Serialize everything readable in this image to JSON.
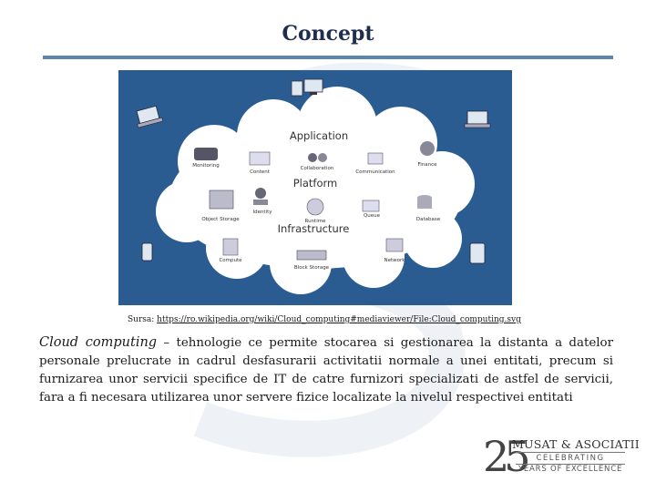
{
  "slide": {
    "title": "Concept"
  },
  "figure": {
    "labels": {
      "application": "Application",
      "platform": "Platform",
      "infrastructure": "Infrastructure",
      "monitoring": "Monitoring",
      "content": "Content",
      "collaboration": "Collaboration",
      "communication": "Communication",
      "finance": "Finance",
      "identity": "Identity",
      "object_storage": "Object Storage",
      "runtime": "Runtime",
      "queue": "Queue",
      "database": "Database",
      "compute": "Compute",
      "block_storage": "Block Storage",
      "network": "Network"
    }
  },
  "source": {
    "prefix": "Sursa: ",
    "url": "https://ro.wikipedia.org/wiki/Cloud_computing#mediaviewer/File:Cloud_computing.svg"
  },
  "body": {
    "term": "Cloud computing",
    "text": " – tehnologie ce permite stocarea si gestionarea la distanta a datelor personale prelucrate in cadrul desfasurarii activitatii normale a unei entitati, precum si furnizarea unor servicii specifice de IT de catre furnizori specializati de astfel de servicii, fara a fi necesara utilizarea unor servere fizice localizate la nivelul respectivei entitati"
  },
  "logo": {
    "number": "25",
    "firm": "MUSAT & ASOCIATII",
    "celebrating": "CELEBRATING",
    "years": "YEARS OF EXCELLENCE"
  },
  "colors": {
    "title": "#1f2d4f",
    "rule": "#5b86ae",
    "figure_bg": "#2a5c92",
    "cloud": "#ffffff"
  }
}
